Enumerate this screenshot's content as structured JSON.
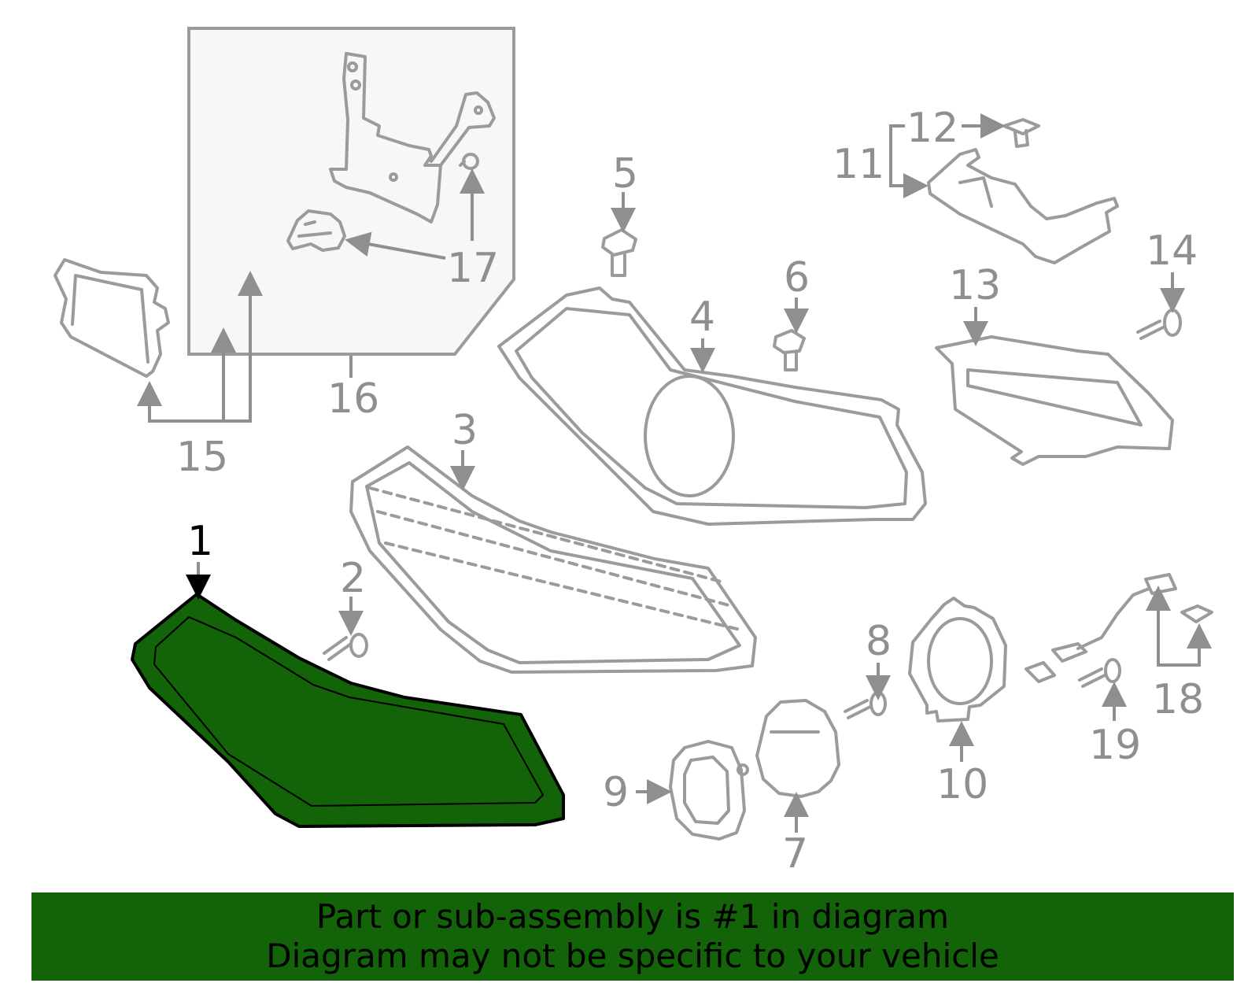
{
  "colors": {
    "highlight_fill": "#136308",
    "line_gray": "#9b9b9b",
    "label_gray": "#8f8f8f",
    "banner_bg": "#136308"
  },
  "highlighted_part": "1",
  "labels": {
    "l1": "1",
    "l2": "2",
    "l3": "3",
    "l4": "4",
    "l5": "5",
    "l6": "6",
    "l7": "7",
    "l8": "8",
    "l9": "9",
    "l10": "10",
    "l11": "11",
    "l12": "12",
    "l13": "13",
    "l14": "14",
    "l15": "15",
    "l16": "16",
    "l17": "17",
    "l18": "18",
    "l19": "19"
  },
  "banner": {
    "line1": "Part or sub-assembly is #1 in diagram",
    "line2": "Diagram may not be specific to your vehicle"
  }
}
